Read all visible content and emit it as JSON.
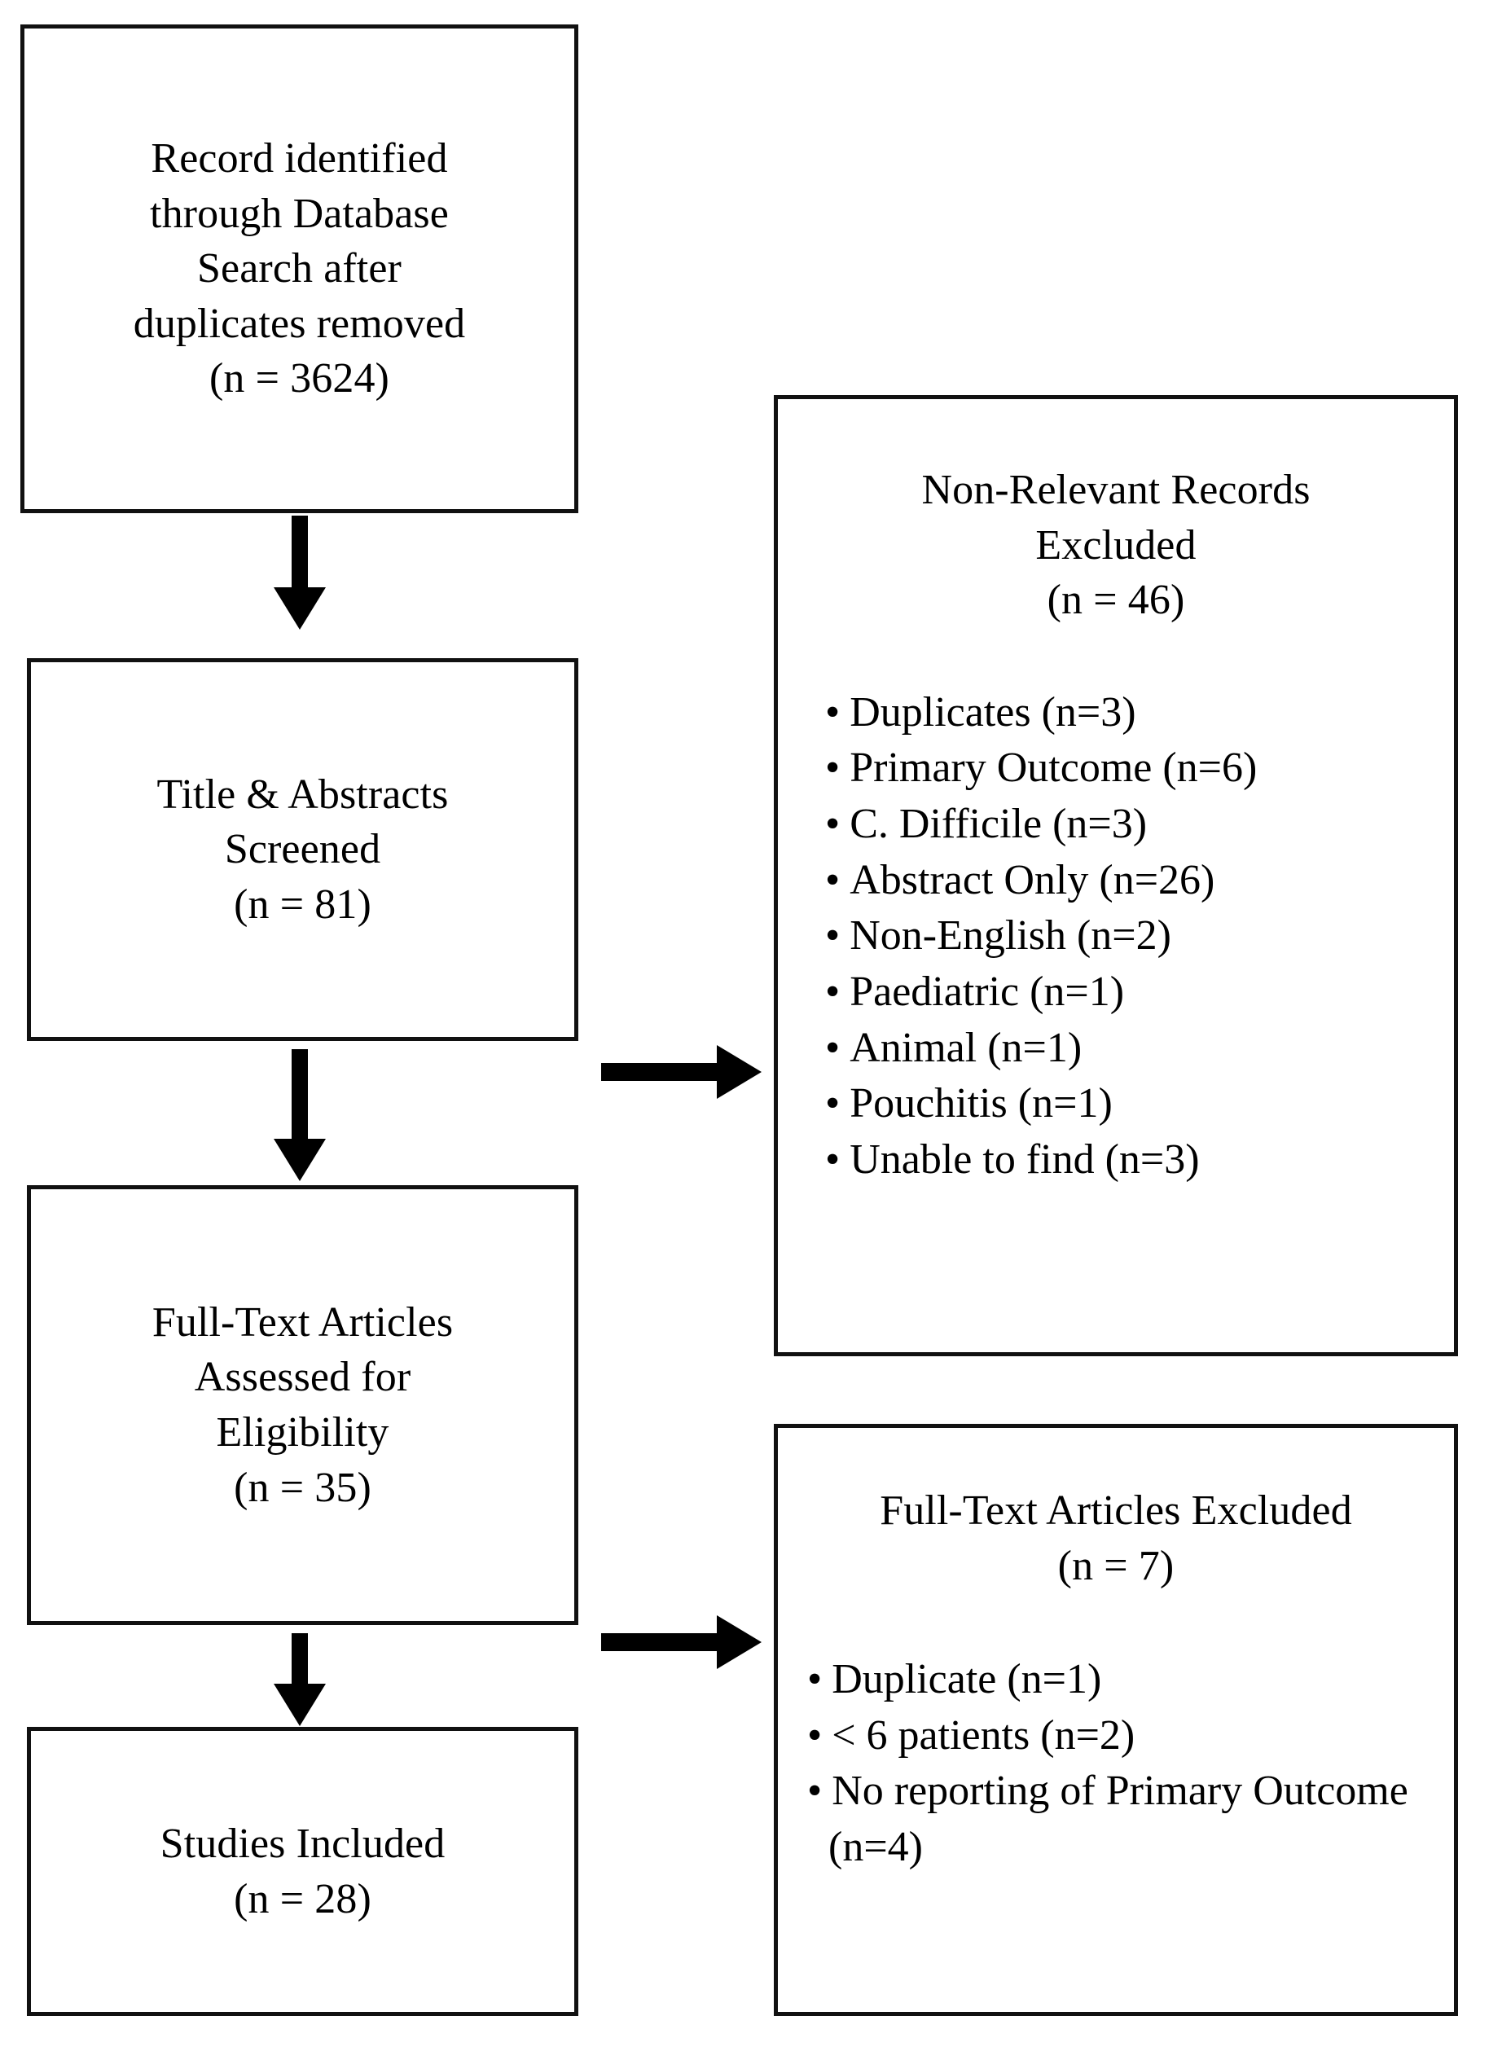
{
  "diagram": {
    "type": "prisma-flow-diagram",
    "boxes": {
      "identified": {
        "text": "Record identified\nthrough Database\nSearch after\nduplicates removed\n(n = 3624)",
        "count": 3624
      },
      "screened": {
        "text": "Title & Abstracts\nScreened\n(n = 81)",
        "count": 81
      },
      "fulltext_assessed": {
        "text": "Full-Text Articles\nAssessed for\nEligibility\n(n = 35)",
        "count": 35
      },
      "included": {
        "text": "Studies Included\n(n = 28)",
        "count": 28
      },
      "nonrelevant_excluded": {
        "text": "Non-Relevant Records\nExcluded\n(n = 46)",
        "count": 46,
        "reasons": [
          "Duplicates (n=3)",
          "Primary Outcome (n=6)",
          "C. Difficile (n=3)",
          "Abstract Only (n=26)",
          "Non-English (n=2)",
          "Paediatric (n=1)",
          "Animal (n=1)",
          "Pouchitis (n=1)",
          "Unable to find (n=3)"
        ]
      },
      "fulltext_excluded": {
        "text": "Full-Text Articles Excluded\n(n = 7)",
        "count": 7,
        "reasons": [
          "Duplicate (n=1)",
          "< 6 patients (n=2)",
          "No reporting of Primary Outcome (n=4)"
        ]
      }
    },
    "bullet_glyph": "•",
    "colors": {
      "border": "#111111",
      "text": "#000000",
      "background": "#ffffff",
      "arrow": "#000000"
    }
  }
}
